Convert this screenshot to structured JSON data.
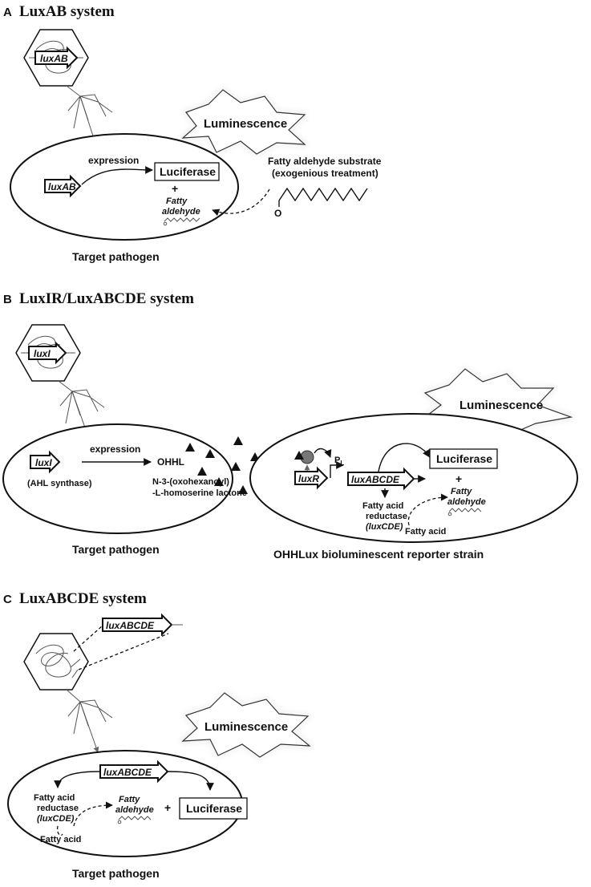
{
  "panels": {
    "a": {
      "letter": "A",
      "title": "LuxAB system",
      "phage_gene": "luxAB",
      "luminescence": "Luminescence",
      "expression": "expression",
      "cell_gene": "luxAB",
      "luciferase": "Luciferase",
      "plus": "+",
      "fatty_aldehyde_line1": "Fatty",
      "fatty_aldehyde_line2": "aldehyde",
      "substrate_line1": "Fatty aldehyde substrate",
      "substrate_line2": "(exogenious treatment)",
      "oxygen": "O",
      "target": "Target pathogen"
    },
    "b": {
      "letter": "B",
      "title": "LuxIR/LuxABCDE system",
      "phage_gene": "luxI",
      "cell_gene": "luxI",
      "ahl_synthase": "(AHL synthase)",
      "expression": "expression",
      "ohhl": "OHHL",
      "ohhl_full_line1": "N-3-(oxohexanoyl)",
      "ohhl_full_line2": "-L-homoserine lactone",
      "target": "Target pathogen",
      "luminescence": "Luminescence",
      "promoter": "P",
      "promoter_sub": "L",
      "luxR": "luxR",
      "luxABCDE": "luxABCDE",
      "luciferase": "Luciferase",
      "plus": "+",
      "fatty_aldehyde_line1": "Fatty",
      "fatty_aldehyde_line2": "aldehyde",
      "reductase_line1": "Fatty acid",
      "reductase_line2": "reductase",
      "reductase_line3": "(luxCDE)",
      "fatty_acid": "Fatty acid",
      "reporter": "OHHLux bioluminescent reporter strain"
    },
    "c": {
      "letter": "C",
      "title": "LuxABCDE system",
      "phage_gene": "luxABCDE",
      "luminescence": "Luminescence",
      "cell_gene": "luxABCDE",
      "reductase_line1": "Fatty acid",
      "reductase_line2": "reductase",
      "reductase_line3": "(luxCDE)",
      "fatty_aldehyde_line1": "Fatty",
      "fatty_aldehyde_line2": "aldehyde",
      "plus": "+",
      "luciferase": "Luciferase",
      "fatty_acid": "Fatty acid",
      "target": "Target pathogen"
    }
  }
}
